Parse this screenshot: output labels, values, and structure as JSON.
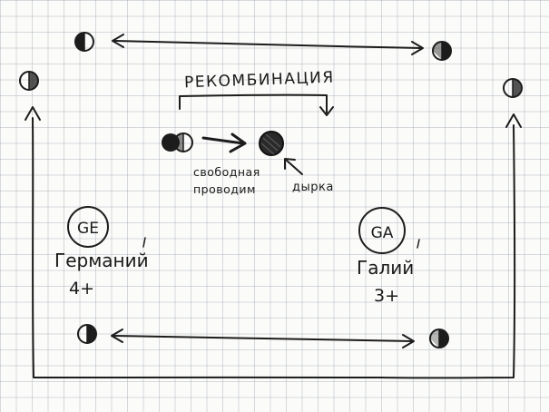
{
  "title": "РЕКОМБИНАЦИЯ",
  "left_element": {
    "symbol": "GE",
    "name": "Германий",
    "valence": "4+"
  },
  "right_element": {
    "symbol": "GA",
    "name": "Галий",
    "valence": "3+"
  },
  "electron_label": {
    "line1": "свободная",
    "line2": "проводим"
  },
  "hole_label": "дырка",
  "colors": {
    "ink": "#1c1c1c",
    "paper": "#fbfbf9",
    "grid": "#96a0af"
  }
}
